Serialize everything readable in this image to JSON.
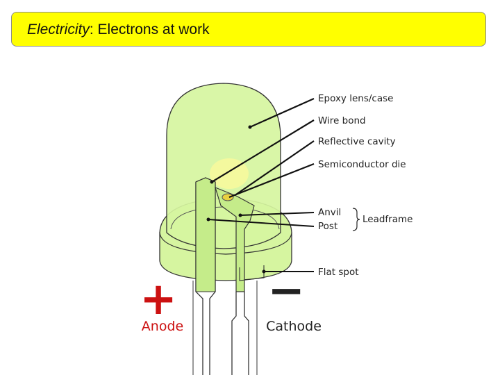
{
  "title": {
    "emphasis": "Electricity",
    "rest": ": Electrons at work"
  },
  "labels": {
    "epoxy": "Epoxy lens/case",
    "wire_bond": "Wire bond",
    "reflective": "Reflective cavity",
    "semiconductor": "Semiconductor die",
    "anvil": "Anvil",
    "post": "Post",
    "leadframe": "Leadframe",
    "flat_spot": "Flat spot"
  },
  "terminals": {
    "anode_sign": "+",
    "anode": "Anode",
    "cathode_sign": "−",
    "cathode": "Cathode"
  },
  "colors": {
    "title_bg": "#ffff00",
    "led_fill": "#d6f5a0",
    "anode": "#cc1111",
    "cathode": "#222222"
  }
}
